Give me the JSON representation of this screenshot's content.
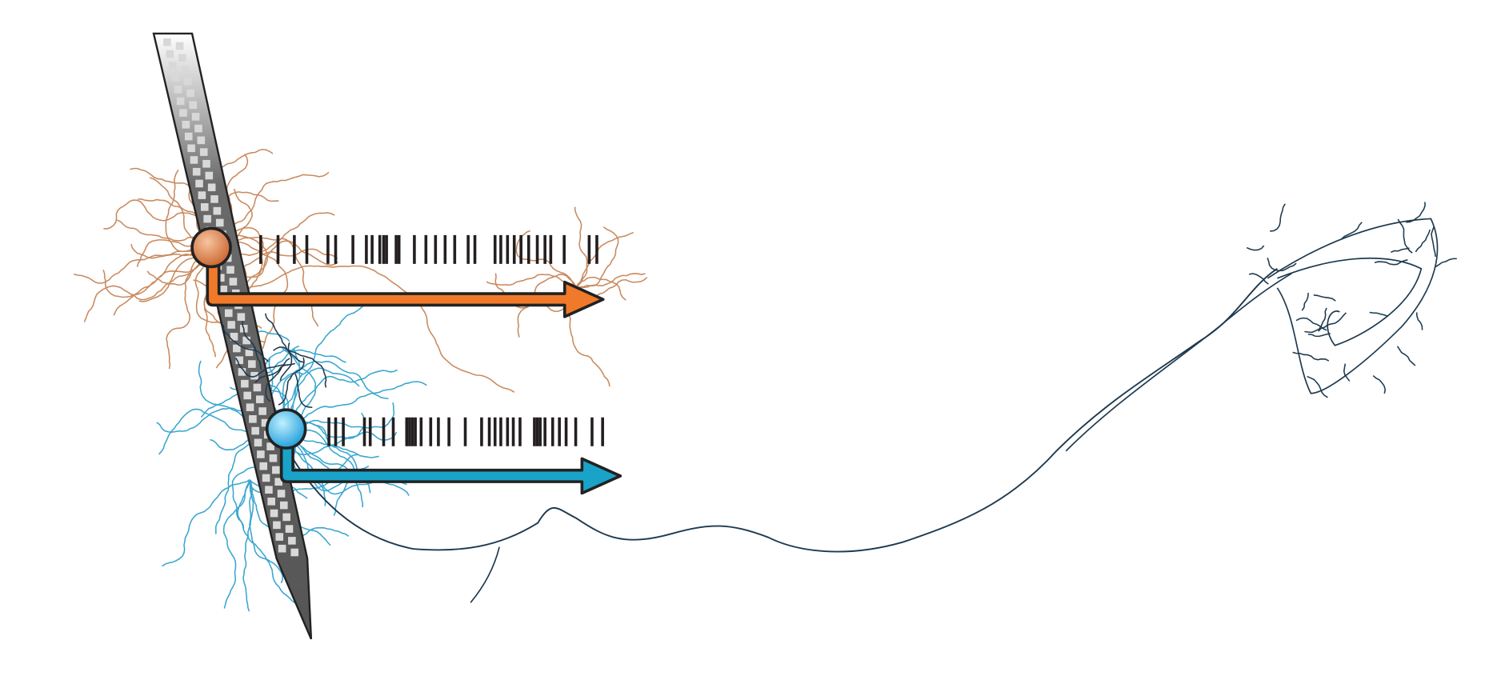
{
  "figure": {
    "colors": {
      "neuron_1": "#c98a5e",
      "neuron_1_marker": "#e07a3a",
      "arrow_1": "#f07a2a",
      "neuron_2": "#3aa6cf",
      "neuron_2_marker": "#2fa8e0",
      "arrow_2": "#1aa3c8",
      "axon": "#1e3a4f",
      "probe": "#4a4a4a",
      "probe_site": "#d8d8d8",
      "spike": "#231f20"
    },
    "icons": [
      "probe-icon",
      "neuron-soma-marker",
      "spike-train",
      "right-arrow"
    ]
  }
}
